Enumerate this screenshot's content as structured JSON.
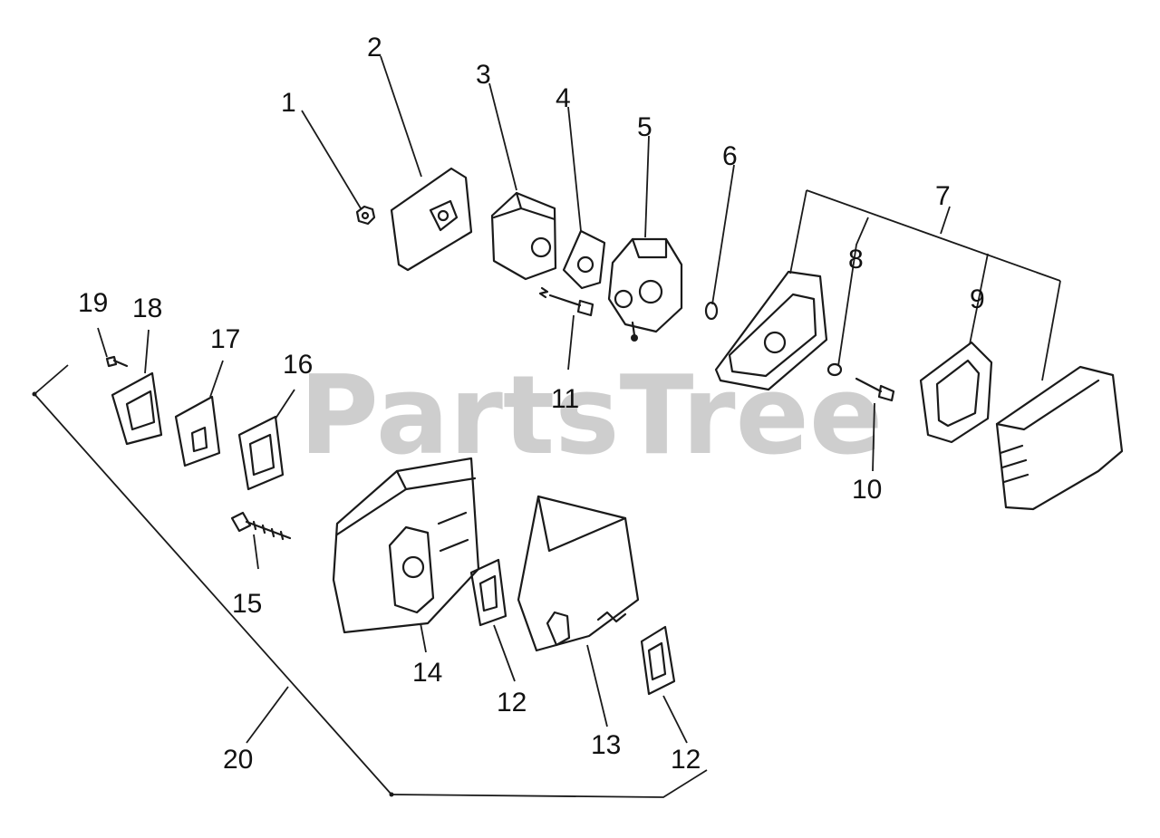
{
  "watermark": "PartsTree",
  "callouts": [
    {
      "id": "1",
      "text": "1"
    },
    {
      "id": "2",
      "text": "2"
    },
    {
      "id": "3",
      "text": "3"
    },
    {
      "id": "4",
      "text": "4"
    },
    {
      "id": "5",
      "text": "5"
    },
    {
      "id": "6",
      "text": "6"
    },
    {
      "id": "7",
      "text": "7"
    },
    {
      "id": "8",
      "text": "8"
    },
    {
      "id": "9",
      "text": "9"
    },
    {
      "id": "10",
      "text": "10"
    },
    {
      "id": "11",
      "text": "11"
    },
    {
      "id": "12a",
      "text": "12"
    },
    {
      "id": "12b",
      "text": "12"
    },
    {
      "id": "13",
      "text": "13"
    },
    {
      "id": "14",
      "text": "14"
    },
    {
      "id": "15",
      "text": "15"
    },
    {
      "id": "16",
      "text": "16"
    },
    {
      "id": "17",
      "text": "17"
    },
    {
      "id": "18",
      "text": "18"
    },
    {
      "id": "19",
      "text": "19"
    },
    {
      "id": "20",
      "text": "20"
    }
  ]
}
